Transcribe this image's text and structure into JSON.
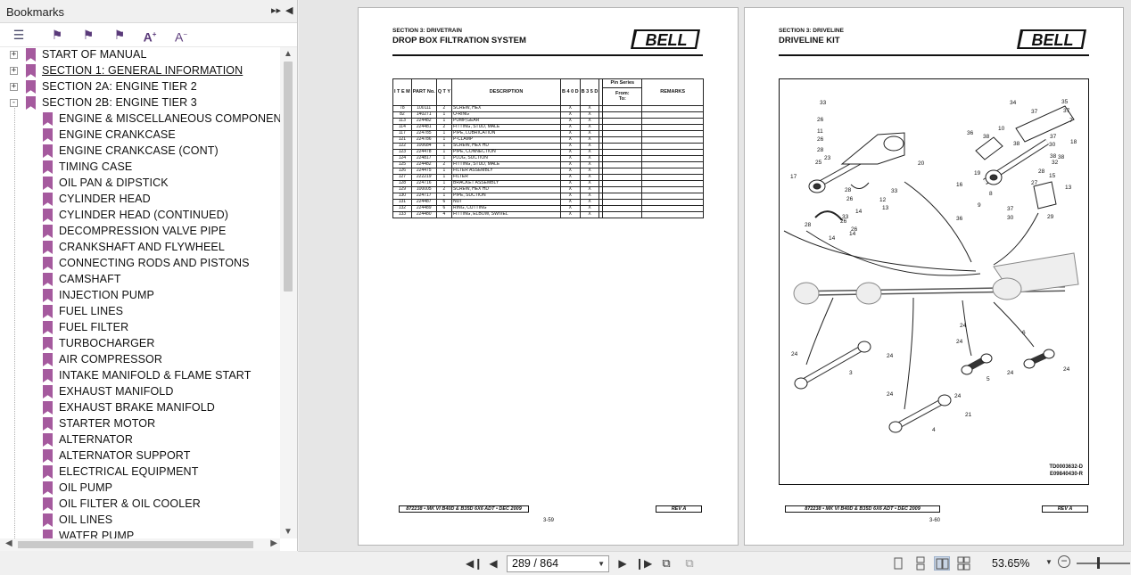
{
  "bookmarks_panel": {
    "title": "Bookmarks",
    "expand_icon": "double-chevron-right",
    "collapse_icon": "triangle-left",
    "toolbar": [
      "bookmark-options-icon",
      "find-bookmark-icon",
      "add-bookmark-icon",
      "bookmark-properties-icon",
      "increase-text-size-icon",
      "decrease-text-size-icon"
    ],
    "items": [
      {
        "label": "START OF MANUAL",
        "level": 0,
        "toggle": "+"
      },
      {
        "label": "SECTION 1: GENERAL INFORMATION",
        "level": 0,
        "toggle": "+",
        "selected": true
      },
      {
        "label": "SECTION 2A: ENGINE TIER 2",
        "level": 0,
        "toggle": "+"
      },
      {
        "label": "SECTION 2B: ENGINE TIER 3",
        "level": 0,
        "toggle": "-"
      },
      {
        "label": "ENGINE & MISCELLANEOUS COMPONENTS",
        "level": 1
      },
      {
        "label": "ENGINE CRANKCASE",
        "level": 1
      },
      {
        "label": "ENGINE CRANKCASE (CONT)",
        "level": 1
      },
      {
        "label": "TIMING CASE",
        "level": 1
      },
      {
        "label": "OIL PAN & DIPSTICK",
        "level": 1
      },
      {
        "label": "CYLINDER HEAD",
        "level": 1
      },
      {
        "label": "CYLINDER HEAD (CONTINUED)",
        "level": 1
      },
      {
        "label": "DECOMPRESSION VALVE PIPE",
        "level": 1
      },
      {
        "label": "CRANKSHAFT AND FLYWHEEL",
        "level": 1
      },
      {
        "label": "CONNECTING RODS AND PISTONS",
        "level": 1
      },
      {
        "label": "CAMSHAFT",
        "level": 1
      },
      {
        "label": "INJECTION PUMP",
        "level": 1
      },
      {
        "label": "FUEL LINES",
        "level": 1
      },
      {
        "label": "FUEL FILTER",
        "level": 1
      },
      {
        "label": "TURBOCHARGER",
        "level": 1
      },
      {
        "label": "AIR COMPRESSOR",
        "level": 1
      },
      {
        "label": "INTAKE MANIFOLD & FLAME START",
        "level": 1
      },
      {
        "label": "EXHAUST MANIFOLD",
        "level": 1
      },
      {
        "label": "EXHAUST BRAKE MANIFOLD",
        "level": 1
      },
      {
        "label": "STARTER MOTOR",
        "level": 1
      },
      {
        "label": "ALTERNATOR",
        "level": 1
      },
      {
        "label": "ALTERNATOR SUPPORT",
        "level": 1
      },
      {
        "label": "ELECTRICAL EQUIPMENT",
        "level": 1
      },
      {
        "label": "OIL PUMP",
        "level": 1
      },
      {
        "label": "OIL FILTER & OIL COOLER",
        "level": 1
      },
      {
        "label": "OIL LINES",
        "level": 1
      },
      {
        "label": "WATER PUMP",
        "level": 1
      }
    ]
  },
  "left_page": {
    "section_label": "SECTION 3: DRIVETRAIN",
    "title": "DROP BOX FILTRATION SYSTEM",
    "logo_text": "BELL",
    "table_headers": {
      "item": "I T E M",
      "part_no": "PART No.",
      "qty": "Q T Y",
      "description": "DESCRIPTION",
      "b40d": "B 4 0 D",
      "b35d": "B 3 5 D",
      "pin_series": "Pin Series",
      "from": "From:",
      "to": "To:",
      "remarks": "REMARKS"
    },
    "rows": [
      {
        "item": "78",
        "part": "100111",
        "qty": "2",
        "desc": "SCREW, HEX",
        "b40d": "X",
        "b35d": "X"
      },
      {
        "item": "82",
        "part": "140271",
        "qty": "1",
        "desc": "O-RING",
        "b40d": "X",
        "b35d": "X"
      },
      {
        "item": "113",
        "part": "224482",
        "qty": "1",
        "desc": "PUMP,GEAR",
        "b40d": "X",
        "b35d": "X"
      },
      {
        "item": "114",
        "part": "224481",
        "qty": "2",
        "desc": "FITTING, STUD, MALE",
        "b40d": "X",
        "b35d": "X"
      },
      {
        "item": "117",
        "part": "224785",
        "qty": "1",
        "desc": "PIPE, LUBRICATION",
        "b40d": "X",
        "b35d": "X"
      },
      {
        "item": "121",
        "part": "224786",
        "qty": "1",
        "desc": "P-CLAMP",
        "b40d": "X",
        "b35d": "X"
      },
      {
        "item": "122",
        "part": "100684",
        "qty": "1",
        "desc": "SCREW, HEX HD",
        "b40d": "X",
        "b35d": "X"
      },
      {
        "item": "123",
        "part": "224478",
        "qty": "1",
        "desc": "PIPE, CONNECTION",
        "b40d": "X",
        "b35d": "X"
      },
      {
        "item": "124",
        "part": "224817",
        "qty": "1",
        "desc": "PLUG, SUCTION",
        "b40d": "X",
        "b35d": "X"
      },
      {
        "item": "125",
        "part": "224482",
        "qty": "2",
        "desc": "FITTING, STUD, MALE",
        "b40d": "X",
        "b35d": "X"
      },
      {
        "item": "126",
        "part": "224475",
        "qty": "1",
        "desc": "FILTER ASSEMBLY",
        "b40d": "X",
        "b35d": "X"
      },
      {
        "item": "127",
        "part": "222219",
        "qty": "1",
        "desc": "FILTER",
        "b40d": "X",
        "b35d": "X"
      },
      {
        "item": "128",
        "part": "224716",
        "qty": "1",
        "desc": "BRACKET ASSEMBLY",
        "b40d": "X",
        "b35d": "X"
      },
      {
        "item": "129",
        "part": "100005",
        "qty": "2",
        "desc": "SCREW, HEX HD",
        "b40d": "X",
        "b35d": "X"
      },
      {
        "item": "130",
        "part": "224717",
        "qty": "1",
        "desc": "PIPE, SUCTION",
        "b40d": "X",
        "b35d": "X"
      },
      {
        "item": "131",
        "part": "224487",
        "qty": "6",
        "desc": "NUT",
        "b40d": "X",
        "b35d": "X"
      },
      {
        "item": "132",
        "part": "224489",
        "qty": "6",
        "desc": "RING, CUTTING",
        "b40d": "X",
        "b35d": "X"
      },
      {
        "item": "133",
        "part": "224480",
        "qty": "4",
        "desc": "FITTING, ELBOW, SWIVEL",
        "b40d": "X",
        "b35d": "X"
      }
    ],
    "footer_left": "872238 • MK VI B40D & B35D 6X6 ADT • DEC 2009",
    "footer_rev": "REV A",
    "page_number": "3-59"
  },
  "right_page": {
    "section_label": "SECTION 3: DRIVELINE",
    "title": "DRIVELINE KIT",
    "logo_text": "BELL",
    "diagram_callouts": [
      "33",
      "26",
      "11",
      "26",
      "28",
      "25",
      "23",
      "20",
      "17",
      "28",
      "26",
      "14",
      "33",
      "13",
      "12",
      "26",
      "14",
      "28",
      "14",
      "33",
      "26",
      "34",
      "37",
      "35",
      "37",
      "7",
      "36",
      "38",
      "10",
      "38",
      "30",
      "37",
      "18",
      "38",
      "32",
      "38",
      "15",
      "16",
      "19",
      "9",
      "8",
      "28",
      "27",
      "13",
      "37",
      "30",
      "29",
      "36",
      "3",
      "24",
      "24",
      "5",
      "24",
      "24",
      "6",
      "24",
      "24",
      "24",
      "21",
      "4",
      "24"
    ],
    "fig_ref_1": "TD0003632-D",
    "fig_ref_2": "E09840430-R",
    "footer_left": "872238 • MK VI B40D & B35D 6X6 ADT • DEC 2009",
    "footer_rev": "REV A",
    "page_number": "3-60"
  },
  "bottom_toolbar": {
    "page_value": "289 / 864",
    "zoom_value": "53.65%",
    "icons": [
      "first-page-icon",
      "previous-page-icon",
      "next-page-icon",
      "last-page-icon",
      "previous-view-icon",
      "next-view-icon",
      "single-page-view-icon",
      "continuous-view-icon",
      "facing-view-icon",
      "continuous-facing-view-icon",
      "zoom-out-icon"
    ]
  }
}
